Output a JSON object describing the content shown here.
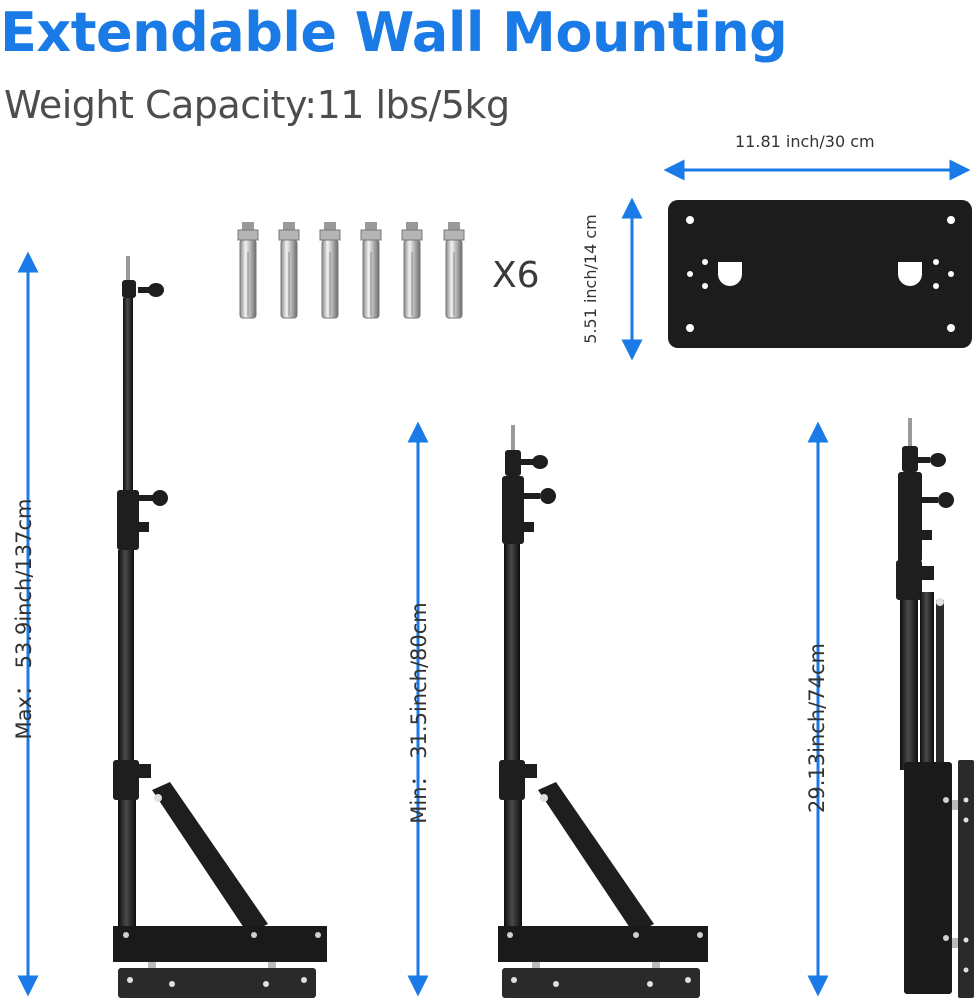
{
  "title": "Extendable Wall Mounting",
  "subtitle": "Weight Capacity:11 lbs/5kg",
  "anchors": {
    "count_label": "X6"
  },
  "plate": {
    "width_label": "11.81 inch/30 cm",
    "height_label": "5.51 inch/14 cm"
  },
  "stands": {
    "max_label": "Max： 53.9inch/137cm",
    "min_label": "Min： 31.5inch/80cm",
    "folded_label": "29.13inch/74cm"
  },
  "colors": {
    "title": "#1a7be6",
    "arrow": "#1a7be6",
    "text": "#333333",
    "metal": "#1e1e1e"
  }
}
